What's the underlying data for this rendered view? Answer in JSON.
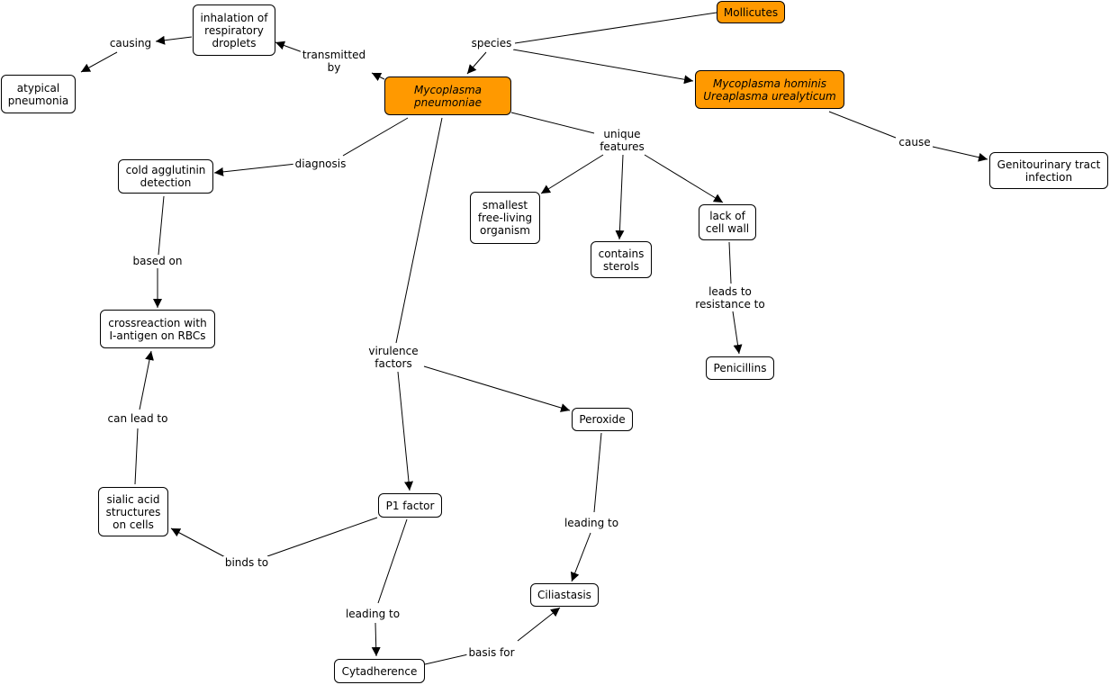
{
  "colors": {
    "highlight": "#ff9900",
    "node": "#ffffff",
    "line": "#000000"
  },
  "nodes": {
    "mollicutes": "Mollicutes",
    "inhalation": "inhalation of\nrespiratory\ndroplets",
    "atypical": "atypical\npneumonia",
    "mpneumoniae": "Mycoplasma\npneumoniae",
    "mhominis": "Mycoplasma hominis\nUreaplasma urealyticum",
    "cold": "cold agglutinin\ndetection",
    "genito": "Genitourinary tract\ninfection",
    "smallest": "smallest\nfree-living\norganism",
    "sterols": "contains\nsterols",
    "cellwall": "lack of\ncell wall",
    "crossreaction": "crossreaction with\nI-antigen on RBCs",
    "penicillins": "Penicillins",
    "peroxide": "Peroxide",
    "sialic": "sialic acid\nstructures\non cells",
    "p1": "P1 factor",
    "ciliastasis": "Ciliastasis",
    "cytadherence": "Cytadherence"
  },
  "links": {
    "species": "species",
    "causing": "causing",
    "transmitted": "transmitted\nby",
    "diagnosis": "diagnosis",
    "unique": "unique\nfeatures",
    "cause": "cause",
    "based": "based on",
    "leads_resistance": "leads to\nresistance to",
    "virulence": "virulence\nfactors",
    "can_lead": "can lead to",
    "leading_peroxide": "leading to",
    "binds": "binds to",
    "leading_p1": "leading to",
    "basis": "basis for"
  }
}
